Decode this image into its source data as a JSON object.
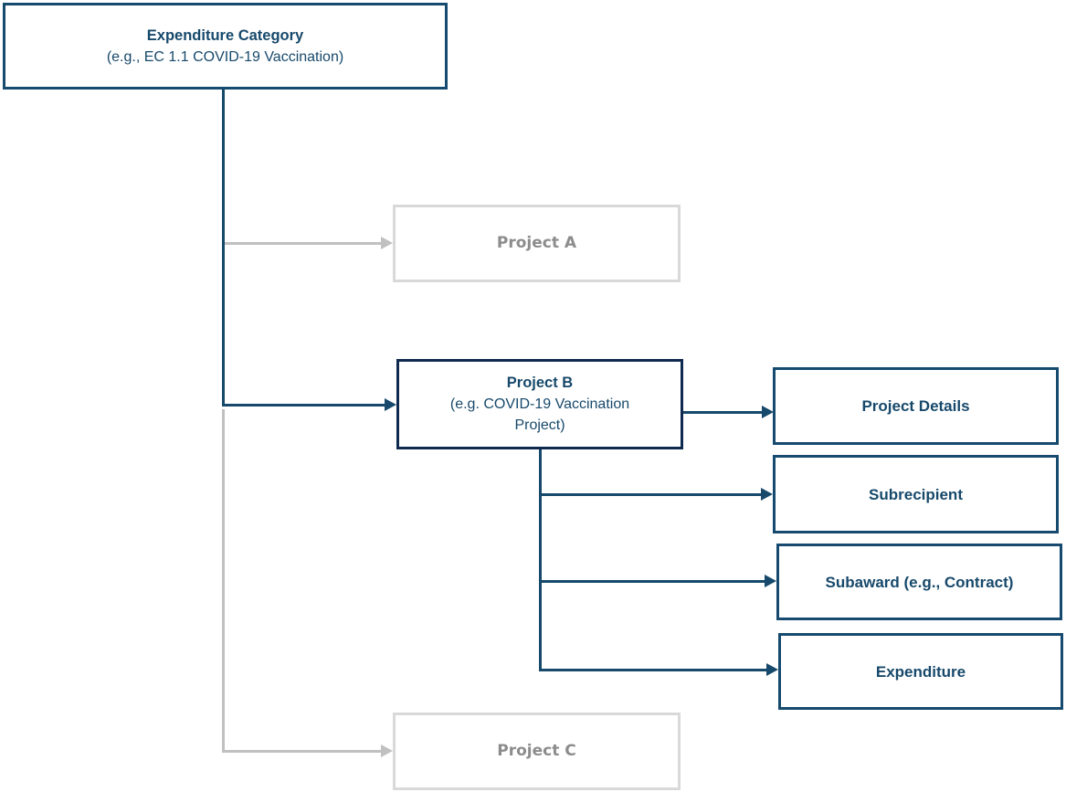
{
  "diagram": {
    "expenditure_category": {
      "title": "Expenditure Category",
      "subtitle": "(e.g., EC 1.1 COVID-19 Vaccination)"
    },
    "project_a": {
      "title": "Project A"
    },
    "project_b": {
      "title": "Project B",
      "subtitle": "(e.g. COVID-19 Vaccination Project)"
    },
    "project_c": {
      "title": "Project C"
    },
    "project_details": {
      "title": "Project Details"
    },
    "subrecipient": {
      "title": "Subrecipient"
    },
    "subaward": {
      "title": "Subaward (e.g., Contract)"
    },
    "expenditure": {
      "title": "Expenditure"
    }
  },
  "colors": {
    "navy-line": "#16496B",
    "navy-text": "#17496B",
    "navy-border": "#164A6E",
    "navy-border-dark": "#10294F",
    "gray-border": "#D9D9D9",
    "gray-line": "#C0C0C0",
    "gray-text": "#8C8C8C"
  }
}
